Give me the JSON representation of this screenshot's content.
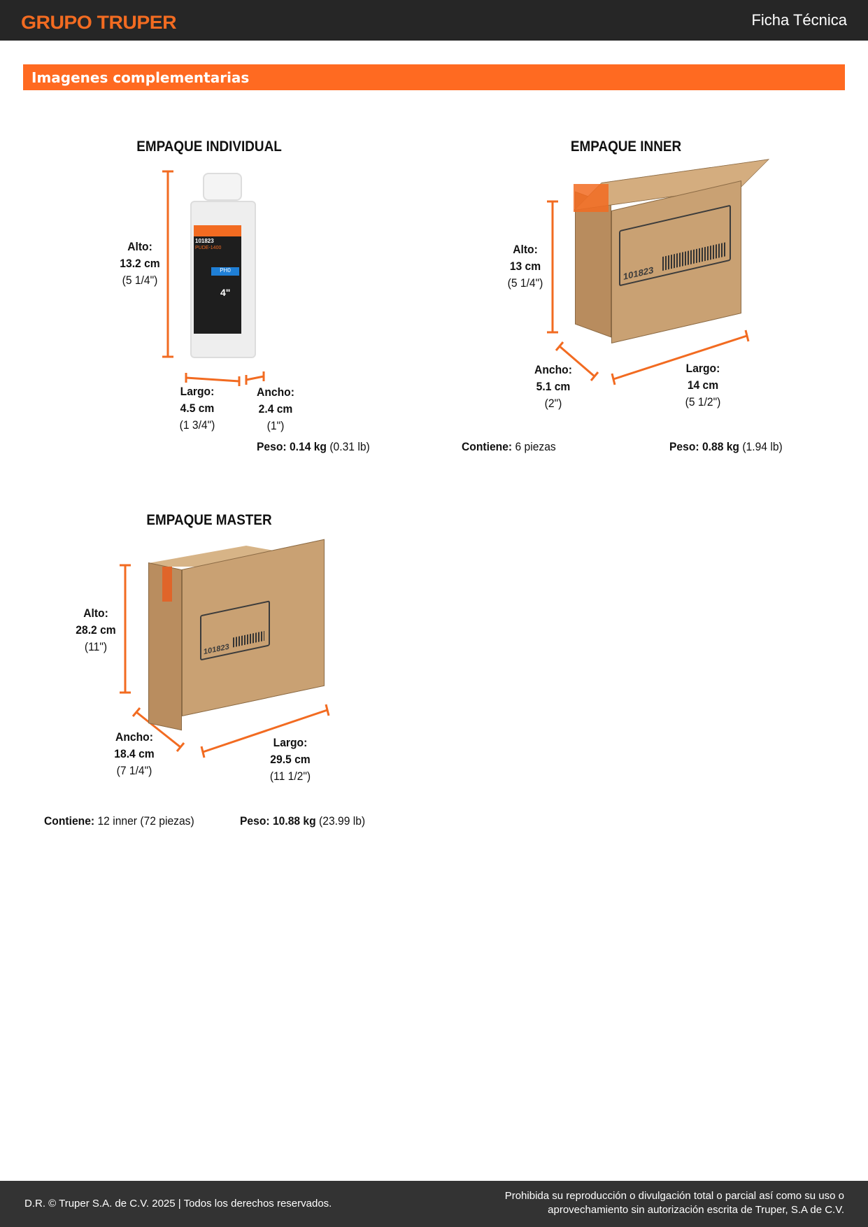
{
  "header": {
    "logo": "GRUPO TRUPER",
    "title": "Ficha Técnica"
  },
  "section_title": "Imagenes complementarias",
  "individual": {
    "title": "EMPAQUE INDIVIDUAL",
    "alto": {
      "label": "Alto:",
      "cm": "13.2 cm",
      "in": "(5 1/4\")"
    },
    "largo": {
      "label": "Largo:",
      "cm": "4.5 cm",
      "in": "(1 3/4\")"
    },
    "ancho": {
      "label": "Ancho:",
      "cm": "2.4 cm",
      "in": "(1\")"
    },
    "peso": {
      "label": "Peso:",
      "kg": "0.14 kg",
      "lb": "(0.31 lb)"
    },
    "pack_code": "101823",
    "pack_model": "PUDE-1400",
    "pack_size": "4\"",
    "pack_tag": "PH0"
  },
  "inner": {
    "title": "EMPAQUE INNER",
    "alto": {
      "label": "Alto:",
      "cm": "13 cm",
      "in": "(5 1/4\")"
    },
    "ancho": {
      "label": "Ancho:",
      "cm": "5.1 cm",
      "in": "(2\")"
    },
    "largo": {
      "label": "Largo:",
      "cm": "14 cm",
      "in": "(5 1/2\")"
    },
    "contiene": {
      "label": "Contiene:",
      "value": "6 piezas"
    },
    "peso": {
      "label": "Peso:",
      "kg": "0.88 kg",
      "lb": "(1.94 lb)"
    },
    "box_code": "101823"
  },
  "master": {
    "title": "EMPAQUE MASTER",
    "alto": {
      "label": "Alto:",
      "cm": "28.2 cm",
      "in": "(11\")"
    },
    "ancho": {
      "label": "Ancho:",
      "cm": "18.4 cm",
      "in": "(7 1/4\")"
    },
    "largo": {
      "label": "Largo:",
      "cm": "29.5 cm",
      "in": "(11 1/2\")"
    },
    "contiene": {
      "label": "Contiene:",
      "value": "12 inner (72 piezas)"
    },
    "peso": {
      "label": "Peso:",
      "kg": "10.88 kg",
      "lb": "(23.99 lb)"
    },
    "box_code": "101823"
  },
  "footer": {
    "left": "D.R. © Truper S.A. de C.V. 2025 | Todos los derechos reservados.",
    "right1": "Prohibida su reproducción o divulgación total o parcial así como su uso o",
    "right2": "aprovechamiento sin autorización escrita de Truper, S.A de C.V."
  },
  "colors": {
    "accent": "#ff6a21",
    "header_bg": "#262626",
    "footer_bg": "#333333",
    "box": "#c9a173"
  }
}
